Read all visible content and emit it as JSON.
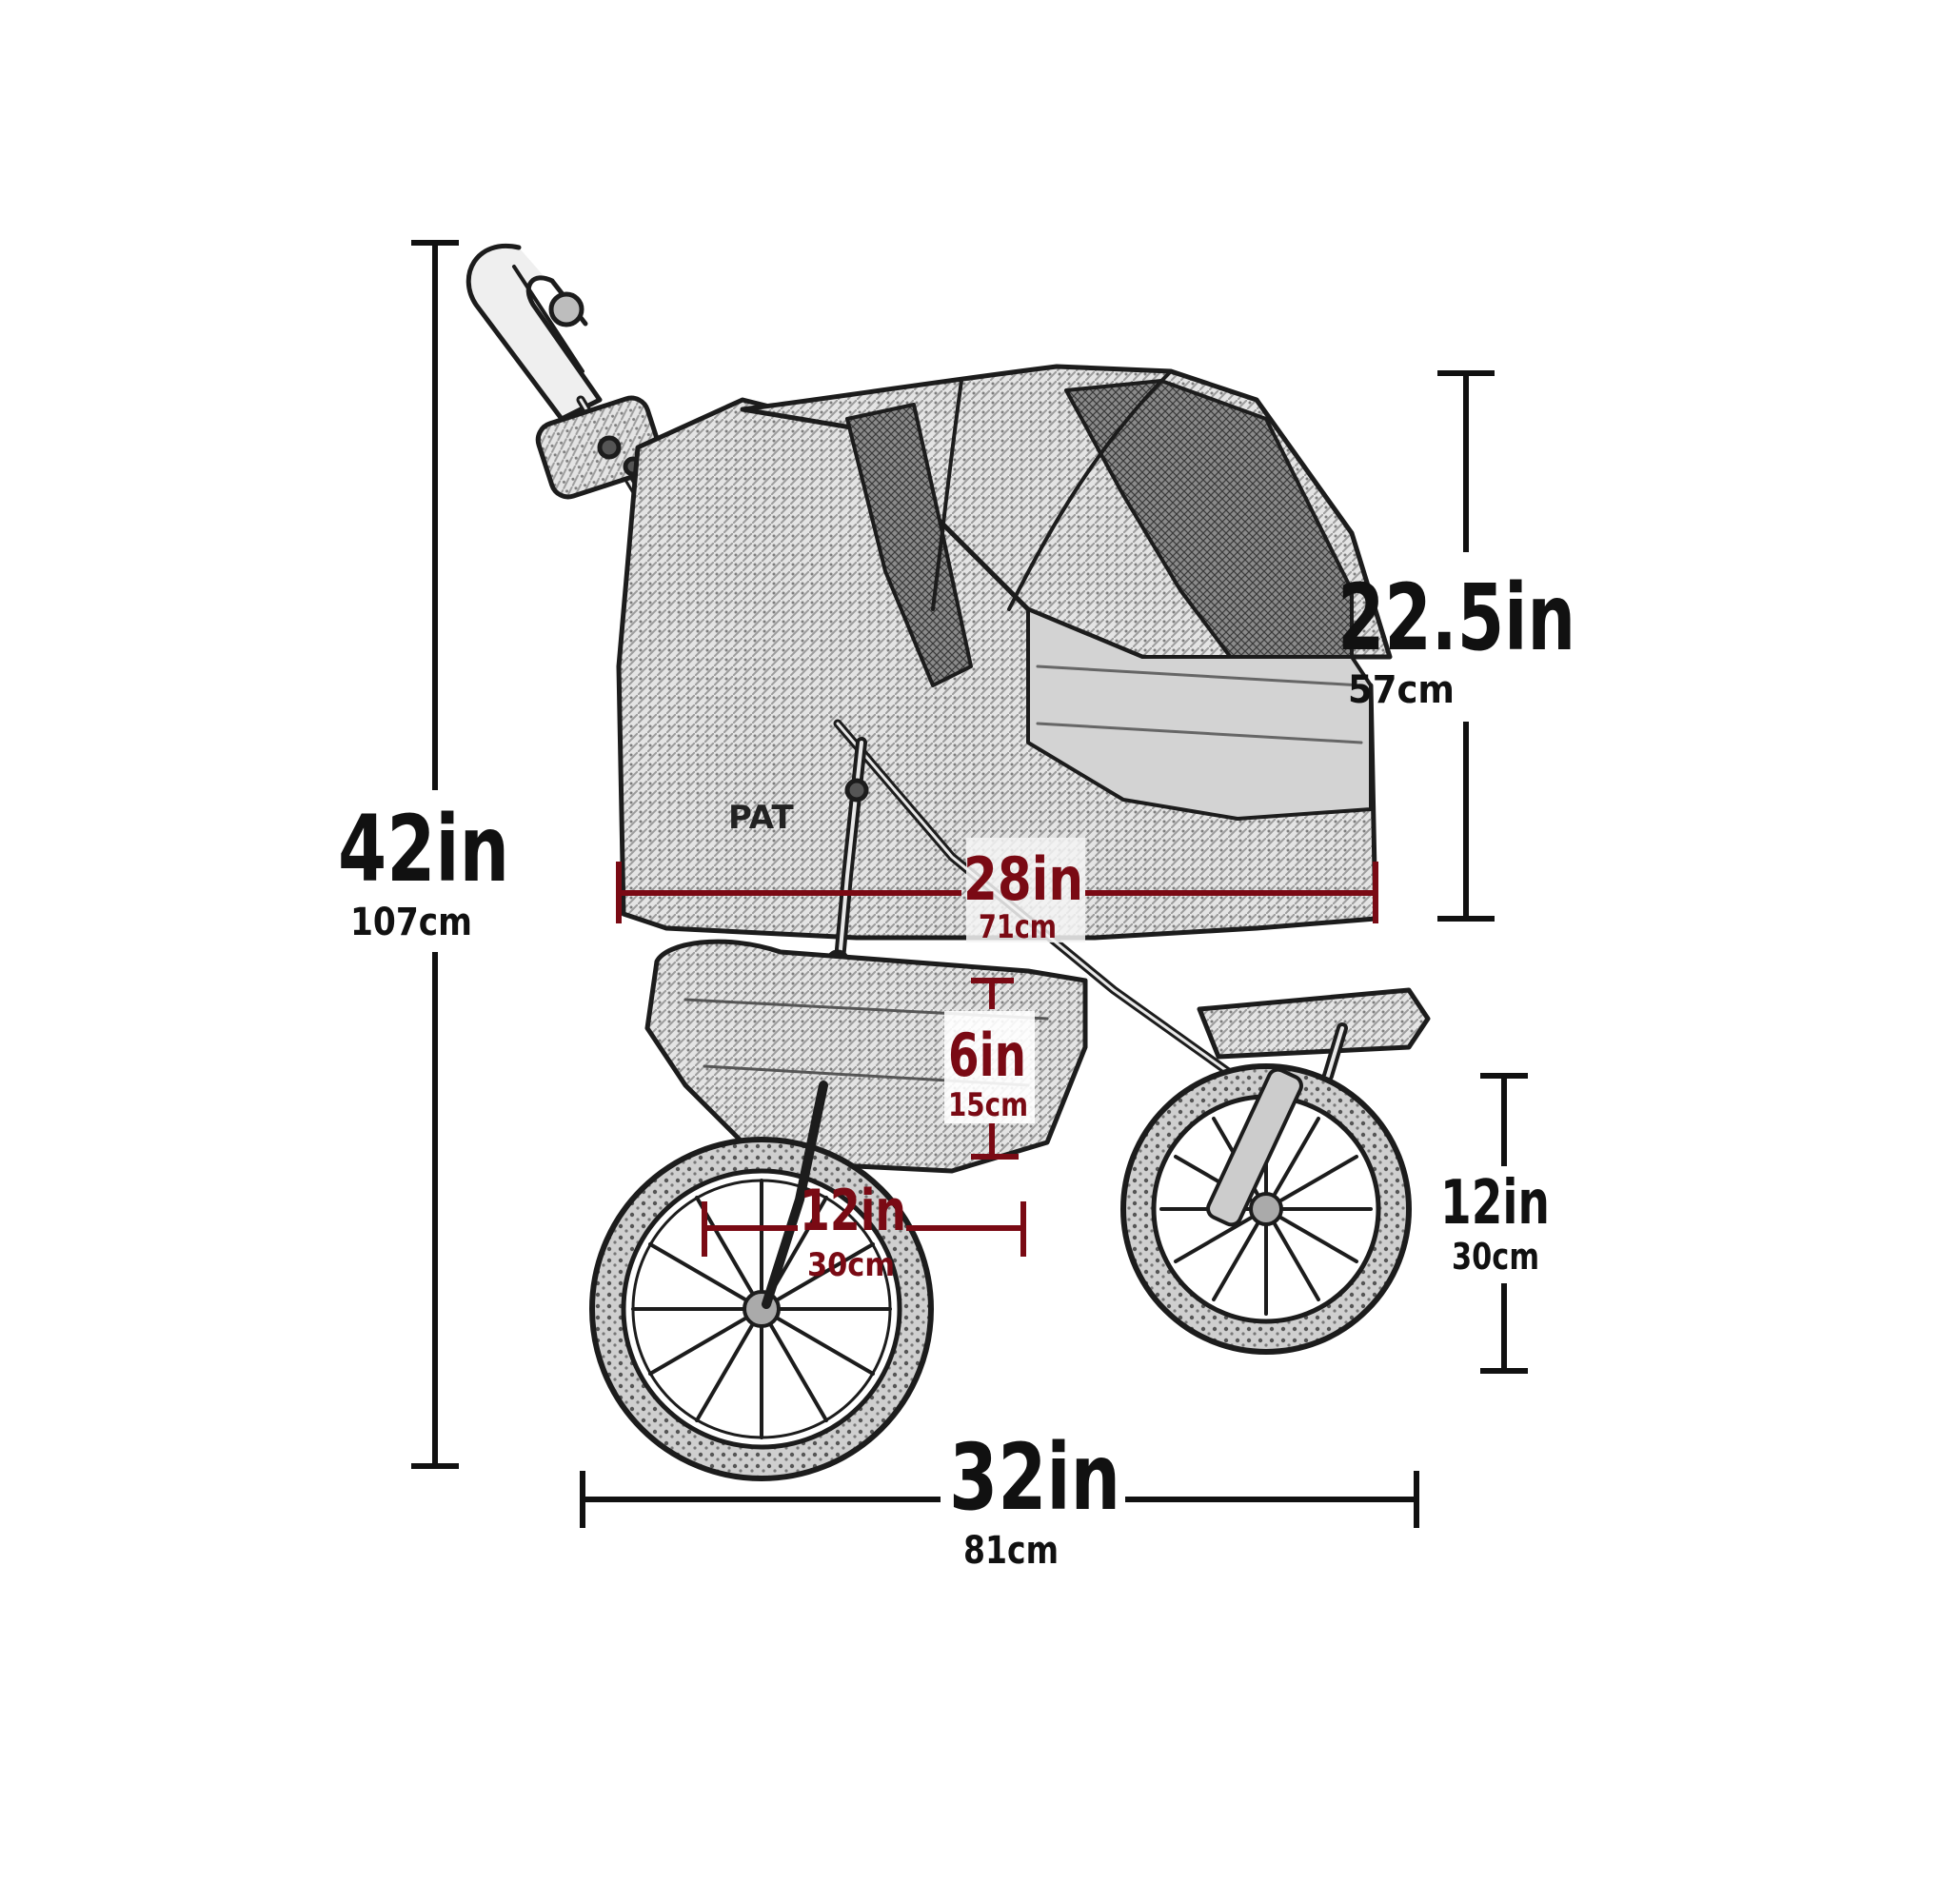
{
  "diagram": {
    "title": "Pet stroller dimensions",
    "colors": {
      "background": "#ffffff",
      "outer_dimension": "#111111",
      "inner_dimension": "#7a0a14",
      "sketch_line": "#222222",
      "sketch_fill": "#d9d9d9",
      "sketch_fill_dark": "#9a9a9a"
    },
    "dimensions": {
      "total_height": {
        "imperial": "42in",
        "metric": "107cm"
      },
      "canopy_height": {
        "imperial": "22.5in",
        "metric": "57cm"
      },
      "cabin_length": {
        "imperial": "28in",
        "metric": "71cm"
      },
      "basket_depth": {
        "imperial": "6in",
        "metric": "15cm"
      },
      "rear_wheel_diameter": {
        "imperial": "12in",
        "metric": "30cm"
      },
      "front_wheel_diameter": {
        "imperial": "12in",
        "metric": "30cm"
      },
      "total_length": {
        "imperial": "32in",
        "metric": "81cm"
      }
    },
    "brand_mark": "PAT"
  }
}
